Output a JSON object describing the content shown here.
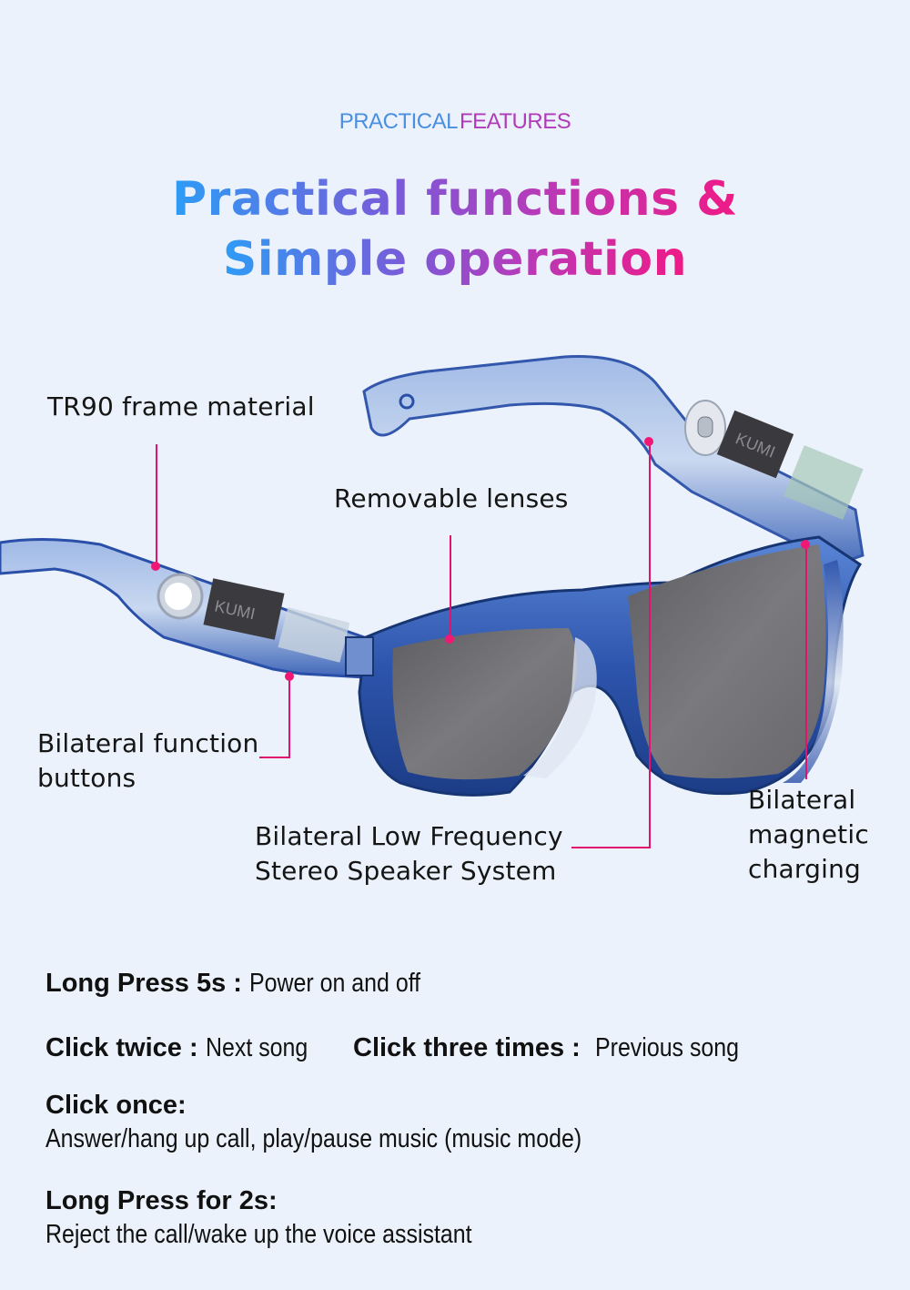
{
  "eyebrow": {
    "word1": "PRACTICAL",
    "word2": "FEATURES"
  },
  "headline": {
    "line1": "Practical functions &",
    "line2": "Simple operation"
  },
  "colors": {
    "background": "#ebf2fb",
    "gradient_start": "#2d9cf5",
    "gradient_mid": "#b83ab8",
    "gradient_end": "#ef1a86",
    "leader_line": "#e2136f",
    "frame_blue": "#2a4fa8",
    "lens_gray": "#6e6e72"
  },
  "product": {
    "brand_label": "KUMI",
    "image": "smart-audio-glasses"
  },
  "callouts": [
    {
      "id": "frame",
      "text": "TR90 frame material"
    },
    {
      "id": "lenses",
      "text": "Removable lenses"
    },
    {
      "id": "buttons",
      "line1": "Bilateral function",
      "line2": "buttons"
    },
    {
      "id": "speaker",
      "line1": "Bilateral Low Frequency",
      "line2": "Stereo Speaker System"
    },
    {
      "id": "charging",
      "line1": "Bilateral",
      "line2": "magnetic",
      "line3": "charging"
    }
  ],
  "operations": [
    {
      "action": "Long Press 5s :",
      "result": "Power on and off"
    },
    {
      "action": "Click twice :",
      "result": "Next song"
    },
    {
      "action": "Click three times :",
      "result": "Previous song"
    },
    {
      "action": "Click once:",
      "result": "Answer/hang up call, play/pause music (music mode)"
    },
    {
      "action": "Long Press for 2s:",
      "result": "Reject the call/wake up the voice assistant"
    }
  ]
}
